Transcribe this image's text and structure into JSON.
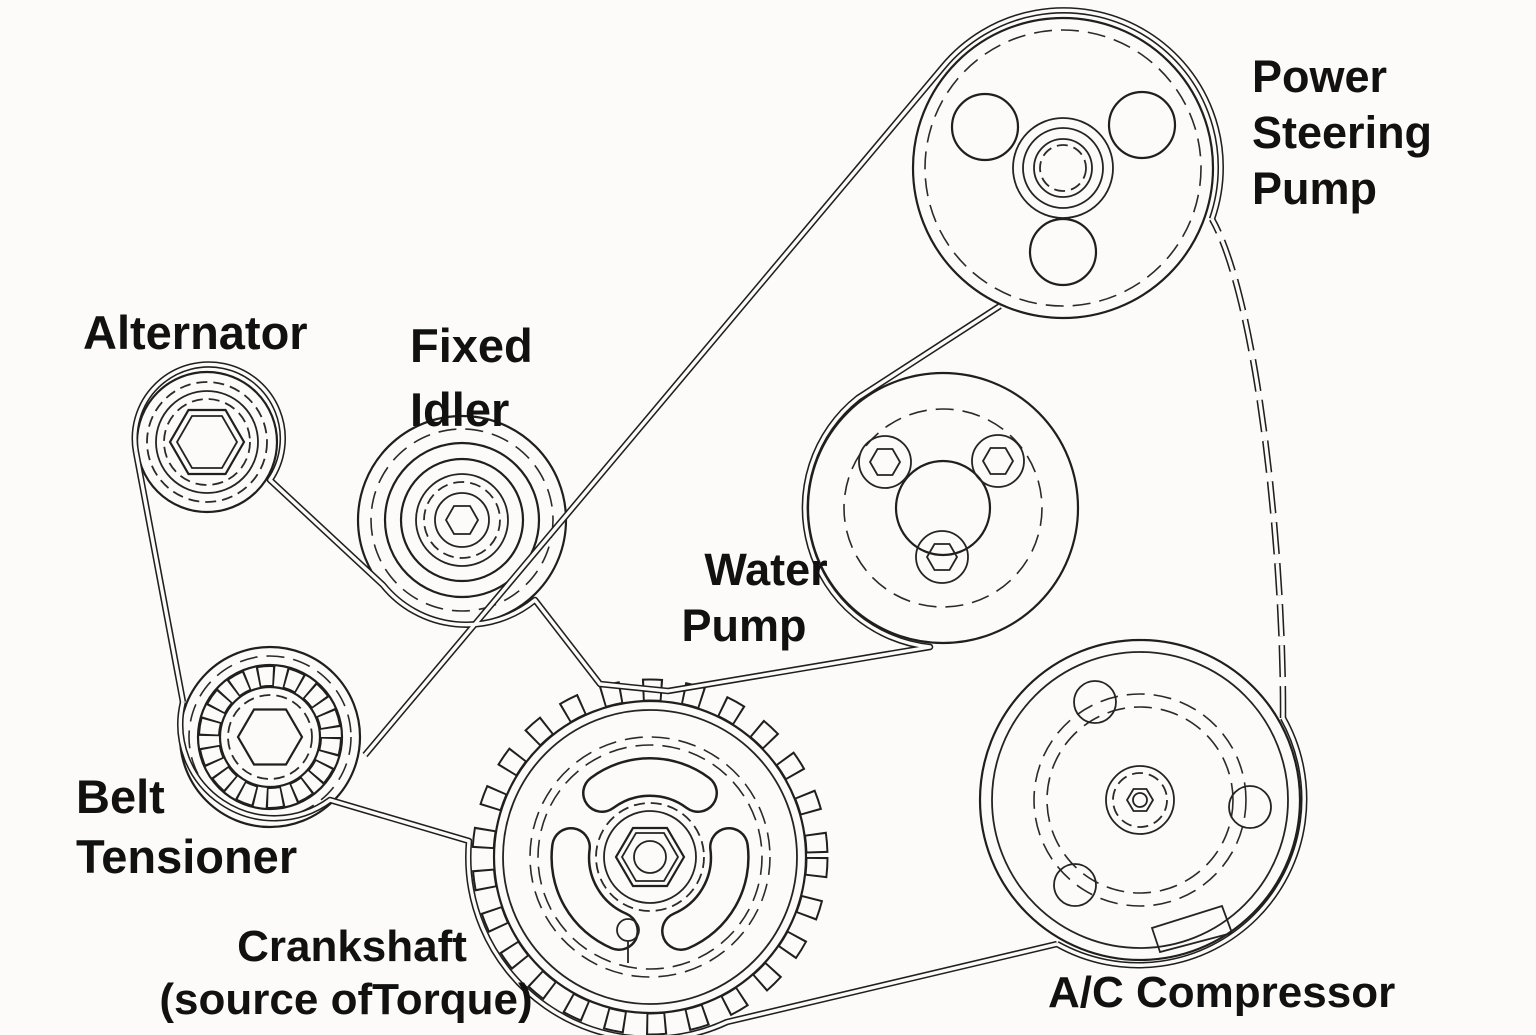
{
  "diagram": {
    "kind": "serpentine-belt-routing",
    "colors": {
      "background": "#fcfbf9",
      "ink": "#1f1f1f",
      "label": "#111111"
    },
    "components": [
      {
        "id": "alternator",
        "label": "Alternator"
      },
      {
        "id": "fixed-idler",
        "label": "Fixed Idler"
      },
      {
        "id": "power-steering-pump",
        "label": "Power Steering Pump"
      },
      {
        "id": "water-pump",
        "label": "Water Pump"
      },
      {
        "id": "belt-tensioner",
        "label": "Belt Tensioner"
      },
      {
        "id": "crankshaft",
        "label": "Crankshaft (source ofTorque)"
      },
      {
        "id": "ac-compressor",
        "label": "A/C Compressor"
      }
    ],
    "labels": {
      "alternator": "Alternator",
      "fixed_idler": [
        "Fixed",
        "Idler"
      ],
      "power_steering_pump": [
        "Power",
        "Steering",
        "Pump"
      ],
      "water_pump": [
        "Water",
        "Pump"
      ],
      "belt_tensioner": [
        "Belt",
        "Tensioner"
      ],
      "crankshaft": [
        "Crankshaft",
        "(source ofTorque)"
      ],
      "ac_compressor": "A/C Compressor"
    }
  }
}
